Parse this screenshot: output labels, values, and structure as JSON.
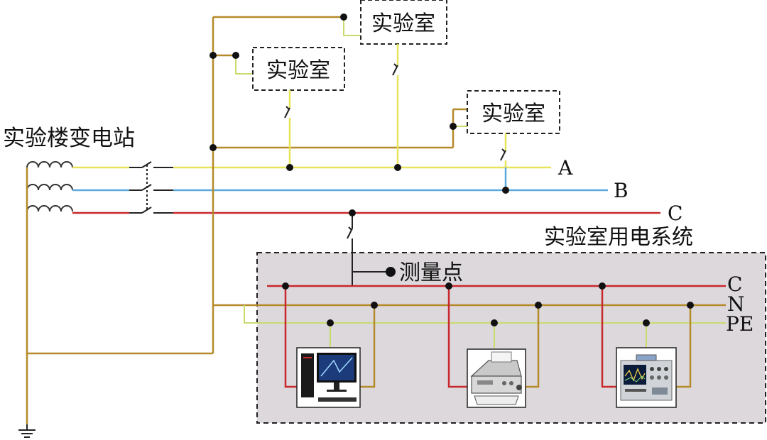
{
  "title": "实验楼变电站",
  "lab_labels": [
    "实验室",
    "实验室",
    "实验室"
  ],
  "phase_labels": {
    "a": "A",
    "b": "B",
    "c": "C"
  },
  "system_label": "实验室用电系统",
  "measure_label": "测量点",
  "bus_labels": {
    "c": "C",
    "n": "N",
    "pe": "PE"
  },
  "devices": [
    "computer",
    "printer",
    "oscilloscope"
  ],
  "colors": {
    "phase_a": "#e8e45a",
    "phase_b": "#5aa8dc",
    "phase_c": "#c8282d",
    "neutral": "#b58a2a",
    "pe": "#c8dc6e",
    "box_fill": "#dcd8dc"
  }
}
